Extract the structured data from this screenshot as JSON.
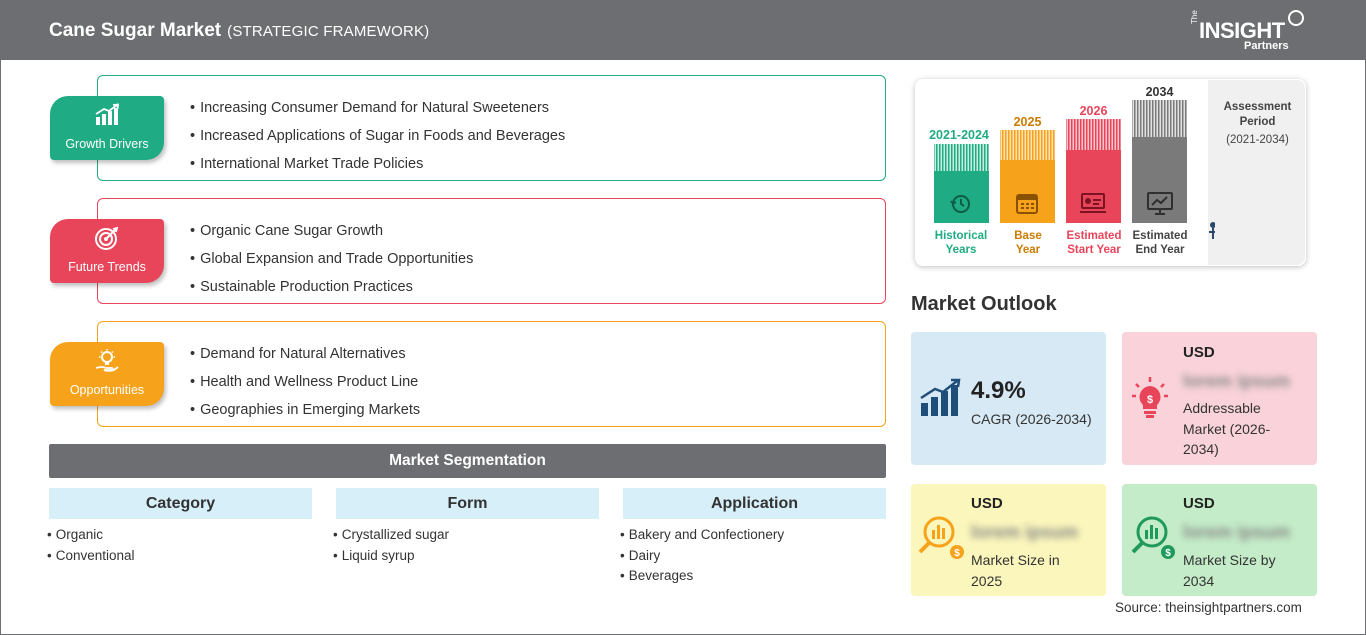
{
  "header": {
    "title": "Cane Sugar Market",
    "subtitle": "(STRATEGIC FRAMEWORK)",
    "logo": {
      "the": "The",
      "insight": "INSIGHT",
      "partners": "Partners"
    }
  },
  "strategy": [
    {
      "tag": "Growth Drivers",
      "color": "#1fab83",
      "icon": "growth-chart-icon",
      "items": [
        "Increasing Consumer Demand for Natural Sweeteners",
        "Increased Applications of Sugar in Foods and Beverages",
        "International Market Trade Policies"
      ]
    },
    {
      "tag": "Future Trends",
      "color": "#e8455a",
      "icon": "target-icon",
      "items": [
        "Organic Cane Sugar Growth",
        "Global Expansion and Trade Opportunities",
        "Sustainable Production Practices"
      ]
    },
    {
      "tag": "Opportunities",
      "color": "#f7a21b",
      "icon": "lightbulb-hand-icon",
      "items": [
        "Demand for Natural Alternatives",
        "Health and Wellness Product Line",
        "Geographies in Emerging Markets"
      ]
    }
  ],
  "segmentation": {
    "title": "Market Segmentation",
    "columns": [
      {
        "header": "Category",
        "items": [
          "Organic",
          "Conventional"
        ]
      },
      {
        "header": "Form",
        "items": [
          "Crystallized sugar",
          "Liquid syrup"
        ]
      },
      {
        "header": "Application",
        "items": [
          "Bakery and Confectionery",
          "Dairy",
          "Beverages"
        ]
      }
    ]
  },
  "timeline": {
    "bars": [
      {
        "year": "2021-2024",
        "label_line1": "Historical",
        "label_line2": "Years",
        "color": "#1fab83",
        "icon": "history-icon"
      },
      {
        "year": "2025",
        "label_line1": "Base",
        "label_line2": "Year",
        "color": "#f7a21b",
        "icon": "calendar-icon"
      },
      {
        "year": "2026",
        "label_line1": "Estimated",
        "label_line2": "Start Year",
        "color": "#e8455a",
        "icon": "presentation-icon"
      },
      {
        "year": "2034",
        "label_line1": "Estimated",
        "label_line2": "End Year",
        "color": "#7a7a7a",
        "icon": "monitor-chart-icon"
      }
    ],
    "assessment": {
      "line1": "Assessment",
      "line2": "Period",
      "range": "(2021-2034)"
    }
  },
  "outlook": {
    "title": "Market Outlook",
    "cagr": {
      "value": "4.9%",
      "label": "CAGR (2026-2034)",
      "color": "#d6e9f5"
    },
    "addressable": {
      "currency": "USD",
      "value": "lorem ipsum",
      "label": "Addressable Market (2026-2034)",
      "color": "#f9d3d9"
    },
    "size_2025": {
      "currency": "USD",
      "value": "lorem ipsum",
      "label": "Market Size in 2025",
      "color": "#fbf6bc"
    },
    "size_2034": {
      "currency": "USD",
      "value": "lorem ipsum",
      "label": "Market Size by 2034",
      "color": "#c4ecc8"
    }
  },
  "source": "Source: theinsightpartners.com"
}
